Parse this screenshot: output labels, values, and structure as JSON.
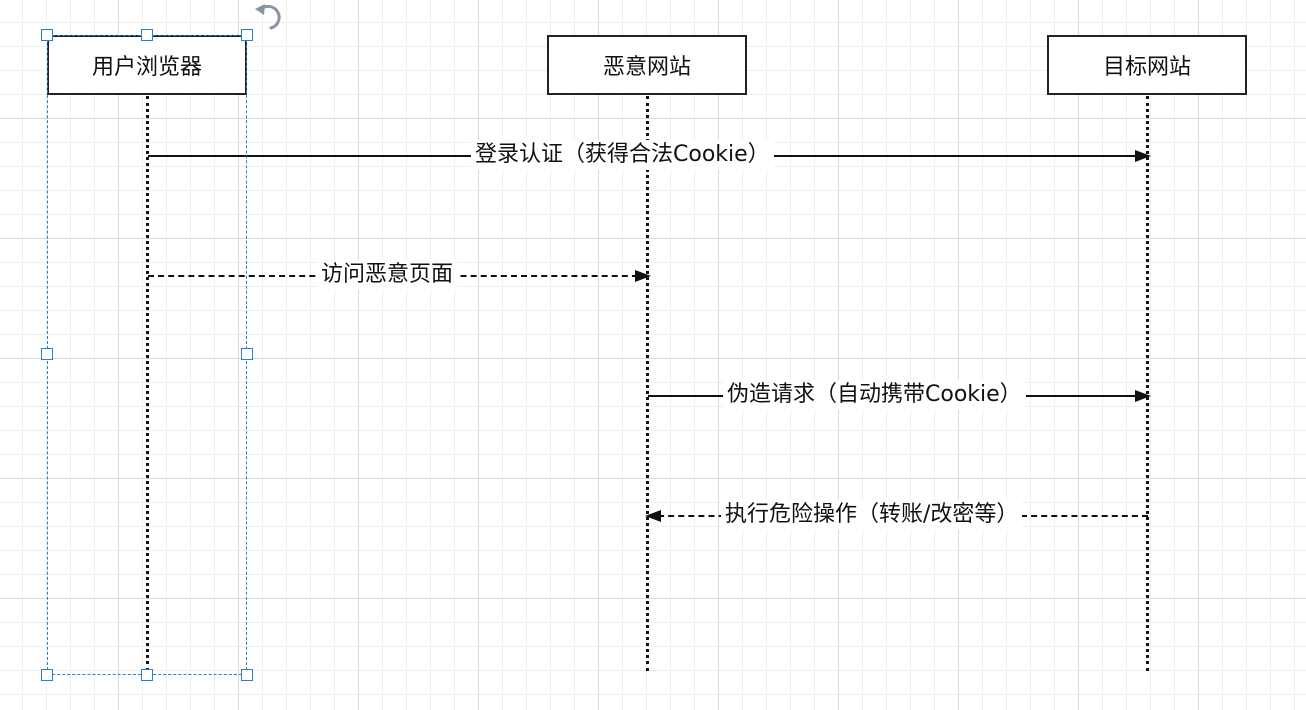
{
  "participants": [
    {
      "label": "用户浏览器"
    },
    {
      "label": "恶意网站"
    },
    {
      "label": "目标网站"
    }
  ],
  "messages": [
    {
      "label": "登录认证（获得合法Cookie）",
      "from": 0,
      "to": 2,
      "style": "solid"
    },
    {
      "label": "访问恶意页面",
      "from": 0,
      "to": 1,
      "style": "dashed"
    },
    {
      "label": "伪造请求（自动携带Cookie）",
      "from": 1,
      "to": 2,
      "style": "solid"
    },
    {
      "label": "执行危险操作（转账/改密等）",
      "from": 2,
      "to": 1,
      "style": "dashed"
    }
  ],
  "selection": {
    "target": "用户浏览器",
    "icons": [
      "rotate-icon"
    ],
    "colors": {
      "selection": "#2a7fd4",
      "line": "#111111"
    }
  }
}
